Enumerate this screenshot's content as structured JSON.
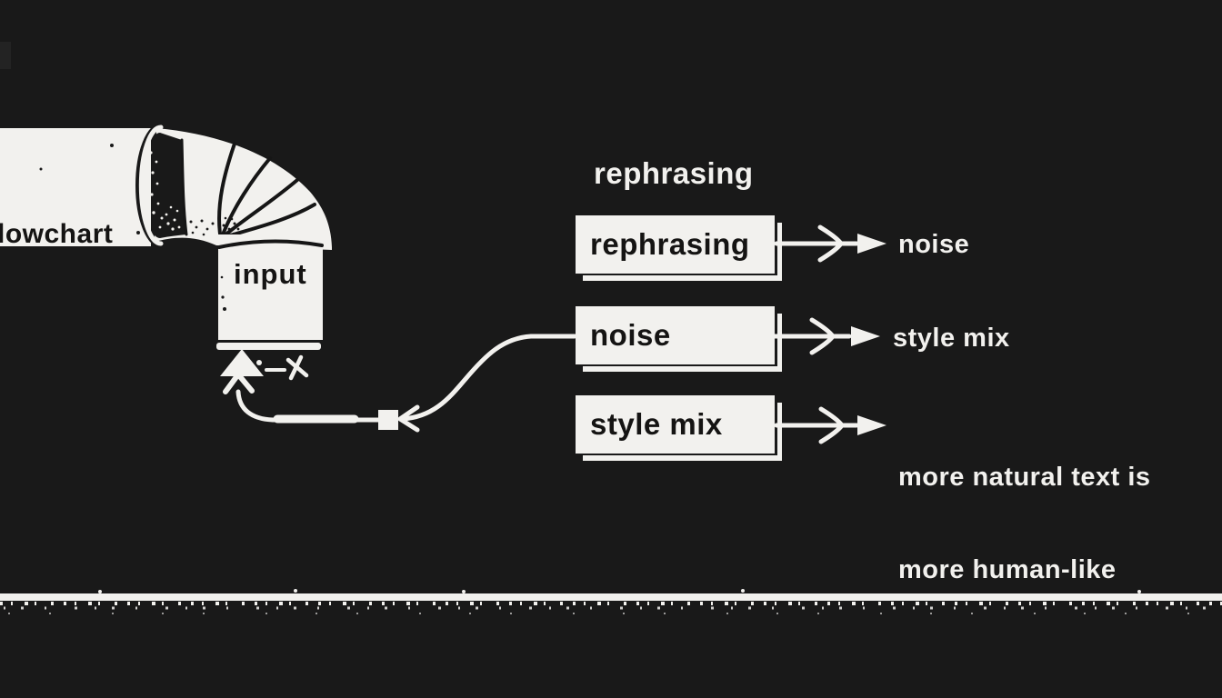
{
  "colors": {
    "background": "#191919",
    "paper": "#f2f1ee",
    "ink": "#151413"
  },
  "pipe": {
    "source_label": "lowchart",
    "input_label": "input"
  },
  "title": "rephrasing",
  "rows": [
    {
      "box": "rephrasing",
      "result_lines": [
        "noise"
      ]
    },
    {
      "box": "noise",
      "result_lines": [
        "style mix"
      ]
    },
    {
      "box": "style mix",
      "result_lines": [
        "more natural text is",
        "more human-like"
      ]
    }
  ]
}
